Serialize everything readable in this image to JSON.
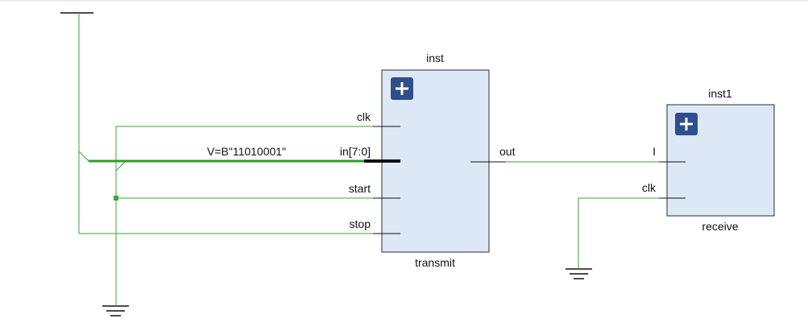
{
  "colors": {
    "wire": "#3aaa35",
    "bus": "#2ba02a",
    "block_fill": "#dde8f6",
    "block_stroke": "#2d2d2d",
    "expand_button": "#2e4e8c",
    "pin": "#111111",
    "supply": "#111111"
  },
  "blocks": {
    "transmit": {
      "instance_name": "inst",
      "module_name": "transmit",
      "expand_icon": "plus-icon",
      "ports": {
        "clk": "clk",
        "in": "in[7:0]",
        "start": "start",
        "stop": "stop",
        "out": "out"
      }
    },
    "receive": {
      "instance_name": "inst1",
      "module_name": "receive",
      "expand_icon": "plus-icon",
      "ports": {
        "i": "I",
        "clk": "clk"
      }
    }
  },
  "constant": {
    "label": "V=B\"11010001\""
  }
}
